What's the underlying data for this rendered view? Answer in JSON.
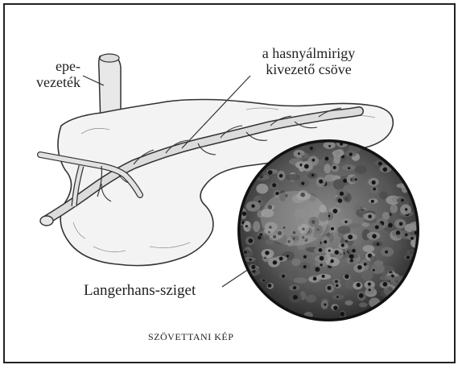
{
  "labels": {
    "bile_duct": [
      "epe-",
      "vezeték"
    ],
    "pancreatic_duct": [
      "a hasnyálmirigy",
      "kivezető csöve"
    ],
    "islet": "Langerhans-sziget",
    "histology": "SZÖVETTANI KÉP"
  },
  "colors": {
    "outline": "#333333",
    "organ_fill": "#f2f2f2",
    "duct_fill": "#d9d9d9",
    "tissue_dark": "#3a3a3a",
    "tissue_mid": "#6f6f6f",
    "cell_nucleus": "#1a1a1a"
  }
}
